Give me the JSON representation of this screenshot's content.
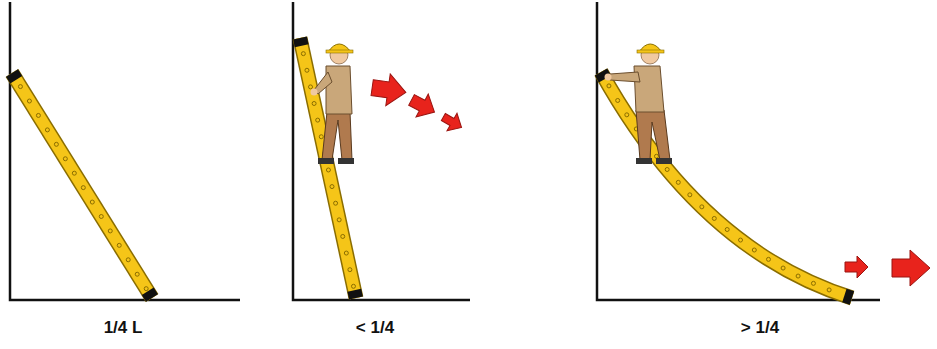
{
  "diagram": {
    "labels": [
      "1/4 L",
      "< 1/4",
      "> 1/4"
    ]
  }
}
